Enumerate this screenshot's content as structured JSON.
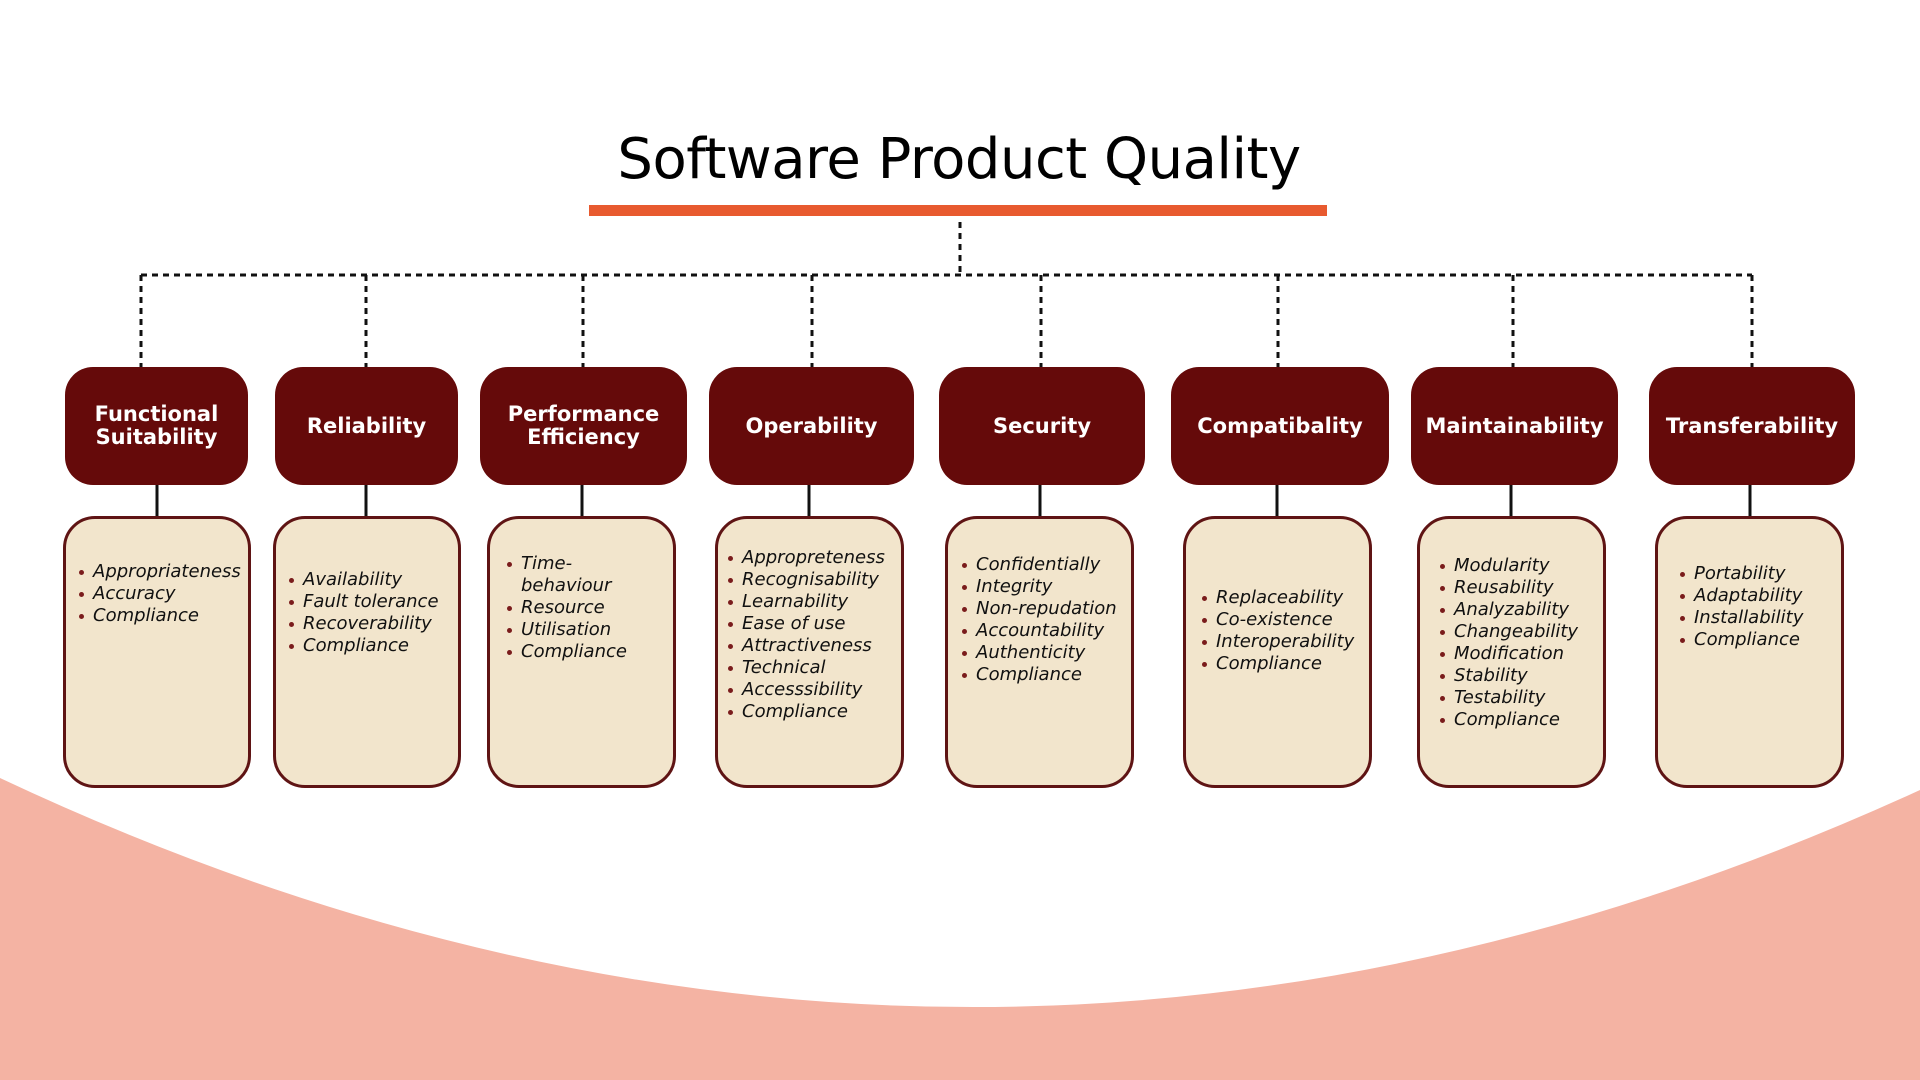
{
  "title": "Software Product Quality",
  "colors": {
    "category_fill": "#650a0a",
    "detail_fill": "#f2e5cc",
    "detail_border": "#5f1414",
    "underline": "#e85a2f",
    "wave": "#f4b3a3"
  },
  "categories": [
    {
      "label": "Functional\nSuitability",
      "items": [
        "Appropriateness",
        "Accuracy",
        "Compliance"
      ]
    },
    {
      "label": "Reliability",
      "items": [
        "Availability",
        "Fault tolerance",
        "Recoverability",
        "Compliance"
      ]
    },
    {
      "label": "Performance\nEfficiency",
      "items": [
        "Time-\nbehaviour",
        "Resource",
        "Utilisation",
        "Compliance"
      ]
    },
    {
      "label": "Operability",
      "items": [
        "Appropreteness",
        "Recognisability",
        "Learnability",
        "Ease of use",
        "Attractiveness",
        "Technical",
        "Accesssibility",
        "Compliance"
      ]
    },
    {
      "label": "Security",
      "items": [
        "Confidentially",
        "Integrity",
        "Non-repudation",
        "Accountability",
        "Authenticity",
        "Compliance"
      ]
    },
    {
      "label": "Compatibality",
      "items": [
        "Replaceability",
        "Co-existence",
        "Interoperability",
        "Compliance"
      ]
    },
    {
      "label": "Maintainability",
      "items": [
        "Modularity",
        "Reusability",
        "Analyzability",
        "Changeability",
        "Modification",
        "Stability",
        "Testability",
        "Compliance"
      ]
    },
    {
      "label": "Transferability",
      "items": [
        "Portability",
        "Adaptability",
        "Installability",
        "Compliance"
      ]
    }
  ]
}
